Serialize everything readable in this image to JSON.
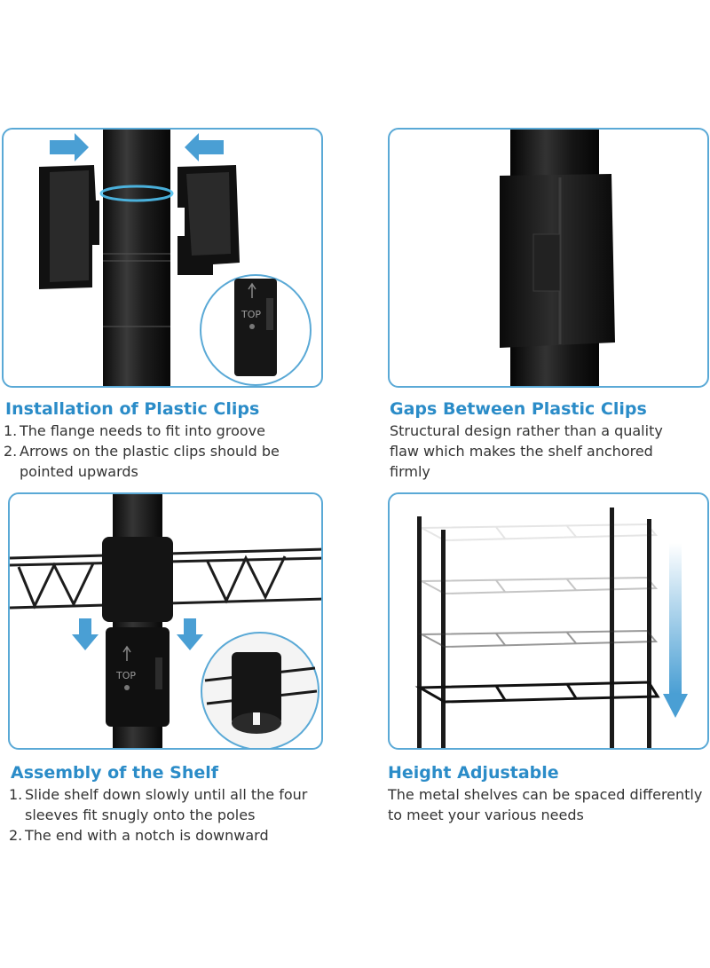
{
  "sections": [
    {
      "heading": "Installation of Plastic Clips",
      "items": [
        {
          "num": "1.",
          "text": "The flange needs to fit into groove"
        },
        {
          "num": "2.",
          "text": "Arrows on the plastic clips should be pointed upwards"
        }
      ],
      "inset_label": "TOP"
    },
    {
      "heading": "Gaps Between Plastic Clips",
      "paragraph": "Structural design rather than a quality flaw which makes the shelf anchored firmly"
    },
    {
      "heading": "Assembly of the Shelf",
      "items": [
        {
          "num": "1.",
          "text": "Slide shelf down slowly until all the four sleeves fit snugly onto the poles"
        },
        {
          "num": "2.",
          "text": "The end with a notch is downward"
        }
      ],
      "inset_label": "TOP"
    },
    {
      "heading": "Height Adjustable",
      "paragraph": "The metal shelves can be spaced differently to meet your various needs"
    }
  ],
  "colors": {
    "accent": "#2b8cc8",
    "border": "#5aa9d6",
    "arrow": "#4a9fd4",
    "metal": "#1c1c1c"
  }
}
